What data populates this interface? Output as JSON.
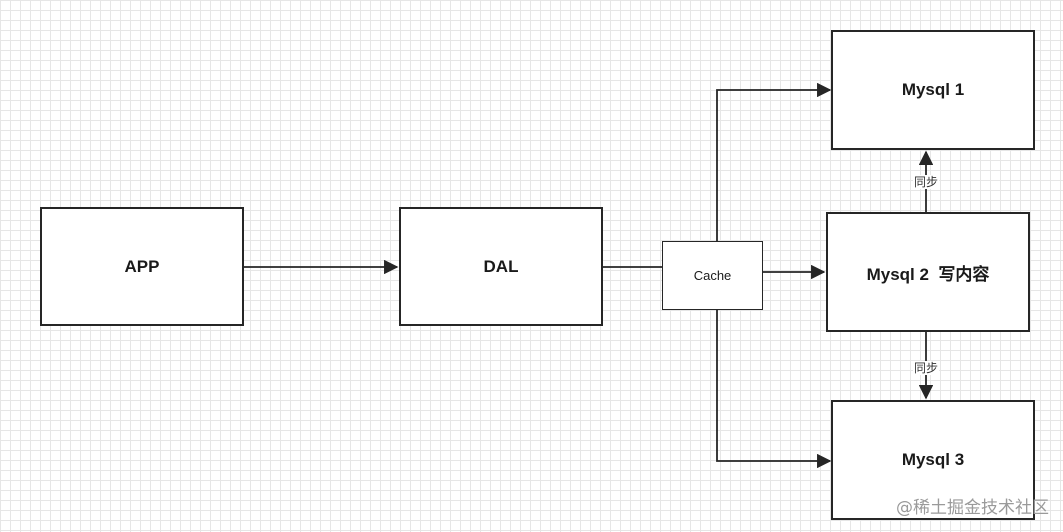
{
  "nodes": {
    "app": "APP",
    "dal": "DAL",
    "cache": "Cache",
    "mysql1": "Mysql 1",
    "mysql2": "Mysql 2  写内容",
    "mysql3": "Mysql 3"
  },
  "edge_labels": {
    "sync_top": "同步",
    "sync_bottom": "同步"
  },
  "watermark": "@稀土掘金技术社区",
  "colors": {
    "stroke": "#262626",
    "grid": "#e6e6e6",
    "background": "#ffffff"
  }
}
